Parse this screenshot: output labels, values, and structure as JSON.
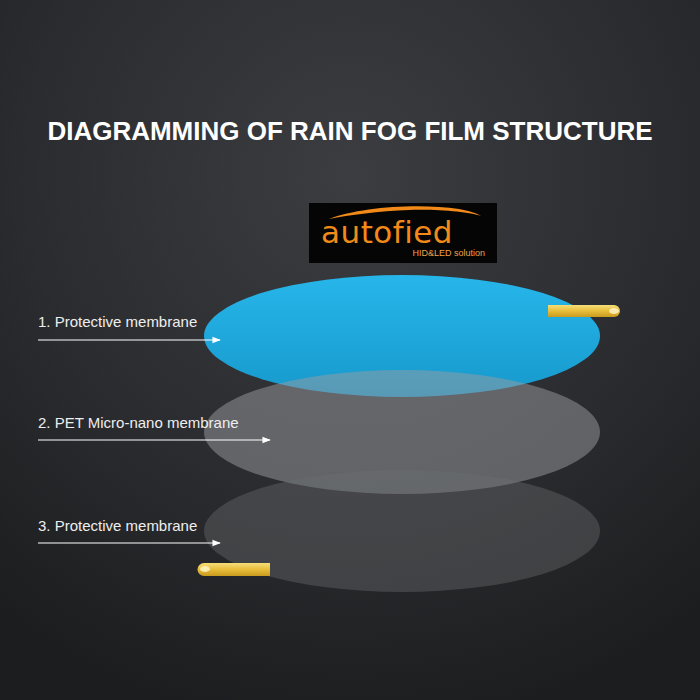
{
  "diagram": {
    "title": "DIAGRAMMING OF RAIN FOG FILM STRUCTURE",
    "nodes": [
      {
        "text": [
          "autofied",
          "HID&LED solution"
        ]
      }
    ],
    "labels": [
      "1. Protective membrane",
      "2. PET Micro-nano membrane",
      "3. Protective membrane"
    ]
  }
}
